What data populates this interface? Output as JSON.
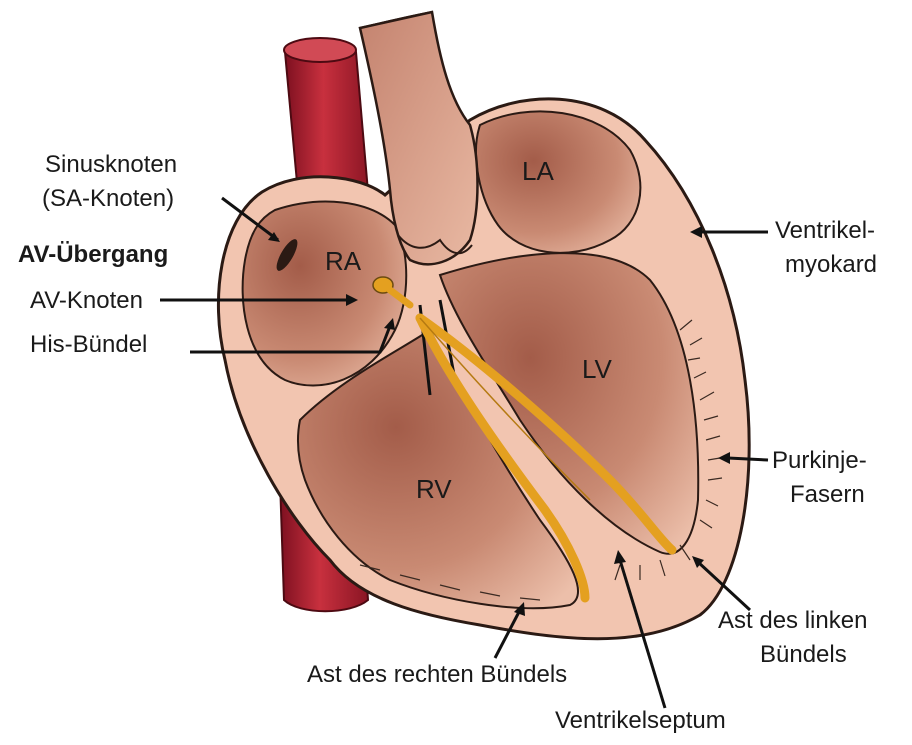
{
  "chambers": {
    "ra": "RA",
    "la": "LA",
    "lv": "LV",
    "rv": "RV"
  },
  "labels": {
    "sinusknoten_line1": "Sinusknoten",
    "sinusknoten_line2": "(SA-Knoten)",
    "av_uebergang": "AV-Übergang",
    "av_knoten": "AV-Knoten",
    "his_buendel": "His-Bündel",
    "ventrikel_myokard_line1": "Ventrikel-",
    "ventrikel_myokard_line2": "myokard",
    "purkinje_line1": "Purkinje-",
    "purkinje_line2": "Fasern",
    "ast_links_line1": "Ast des linken",
    "ast_links_line2": "Bündels",
    "ast_rechts": "Ast des rechten Bündels",
    "ventrikelseptum": "Ventrikelseptum"
  },
  "colors": {
    "vessel": "#b0202e",
    "myocardium": "#f1c3ae",
    "chamber_dark": "#a86450",
    "chamber_light": "#e7b39d",
    "conduction": "#e4a020"
  }
}
